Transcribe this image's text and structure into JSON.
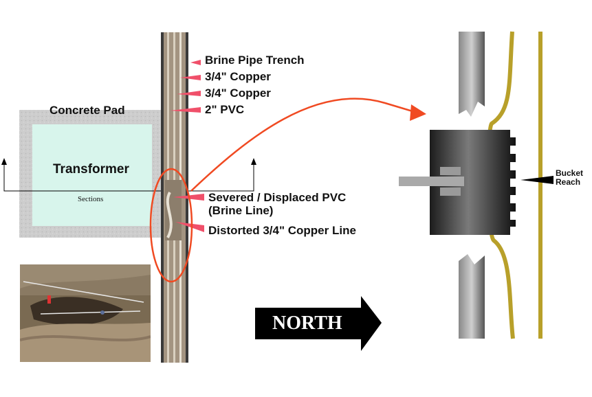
{
  "labels": {
    "concrete_pad": "Concrete Pad",
    "transformer": "Transformer",
    "sections": "Sections",
    "brine_pipe_trench": "Brine Pipe Trench",
    "copper_1": "3/4\" Copper",
    "copper_2": "3/4\" Copper",
    "pvc": "2\" PVC",
    "severed_pvc": "Severed / Displaced PVC",
    "brine_line": "(Brine Line)",
    "distorted_copper": "Distorted 3/4\" Copper Line",
    "bucket_reach": "Bucket\nReach",
    "north": "NORTH"
  },
  "colors": {
    "pointer_pink": "#f0506a",
    "callout_red": "#f04a22",
    "trench_brown": "#a39481",
    "pipe_gold": "#b8a02a",
    "transformer_fill": "#d8f5ec",
    "pad_gray": "#c9c9c9"
  }
}
